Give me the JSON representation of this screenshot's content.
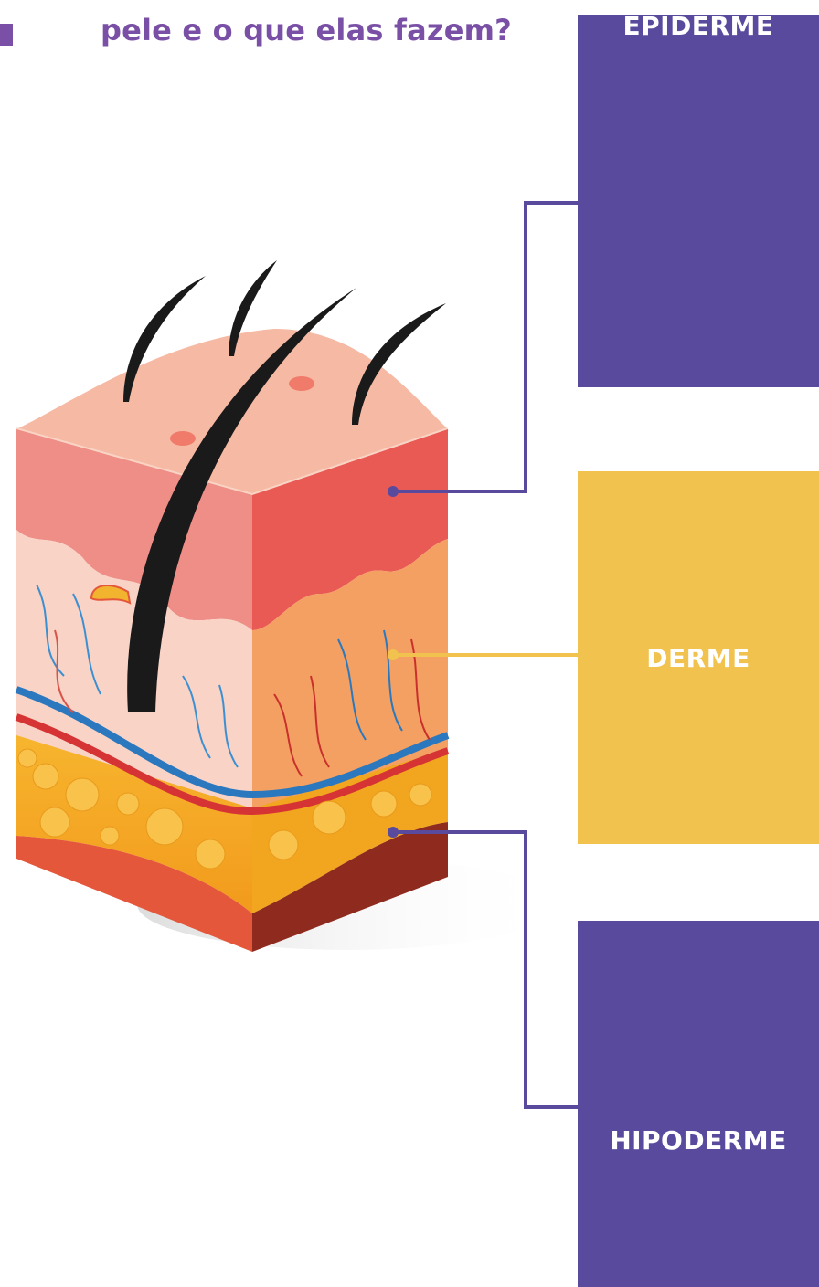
{
  "heading": "pele e o que elas fazem?",
  "layers": {
    "epiderme": "EPIDERME",
    "derme": "DERME",
    "hipoderme": "HIPODERME"
  },
  "colors": {
    "purple": "#5A4A9E",
    "yellow": "#F1C24D",
    "heading": "#7A4FA6"
  }
}
